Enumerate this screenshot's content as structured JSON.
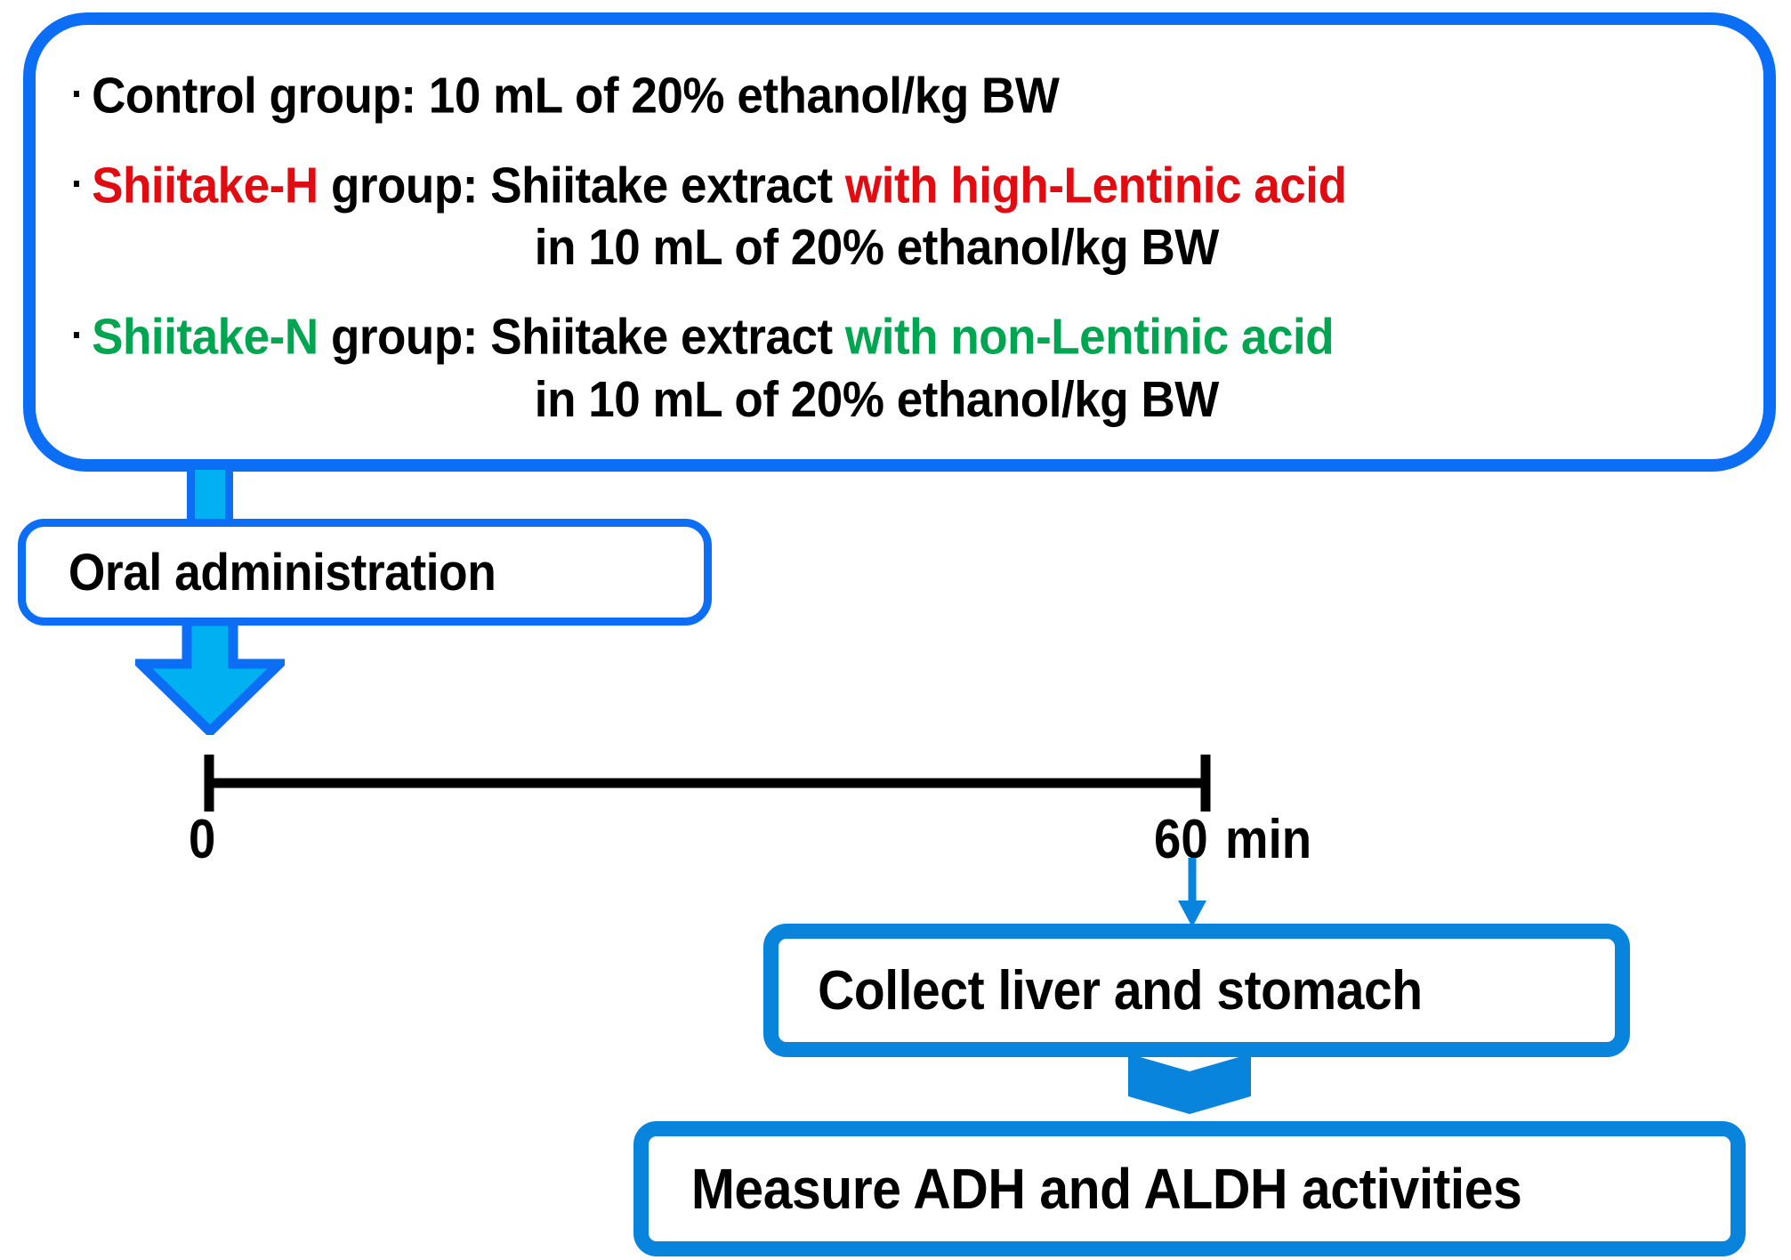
{
  "diagram": {
    "title": "Animal experiment design flow",
    "colors": {
      "blue_outline": "#0b6ef5",
      "blue_thick": "#0884dc",
      "cyan_fill": "#00b0f0",
      "red_accent": "#e10c12",
      "green_accent": "#00a551",
      "black_text": "#000000",
      "background": "#ffffff"
    }
  },
  "groups_box": {
    "bullet_glyph": "·",
    "lines": [
      {
        "id": "control",
        "bullet": true,
        "segments": [
          {
            "text": "Control group: 10 mL of 20% ethanol/kg BW",
            "color": "black"
          }
        ]
      },
      {
        "id": "shiitake-h",
        "bullet": true,
        "segments": [
          {
            "text": "Shiitake-H",
            "color": "red"
          },
          {
            "text": " group: Shiitake extract ",
            "color": "black"
          },
          {
            "text": "with high-Lentinic acid",
            "color": "red"
          }
        ]
      },
      {
        "id": "shiitake-h-cont",
        "bullet": false,
        "segments": [
          {
            "text": "in 10 mL of 20% ethanol/kg BW",
            "color": "black"
          }
        ]
      },
      {
        "id": "shiitake-n",
        "bullet": true,
        "segments": [
          {
            "text": "Shiitake-N",
            "color": "green"
          },
          {
            "text": " group: Shiitake extract ",
            "color": "black"
          },
          {
            "text": "with non-Lentinic acid",
            "color": "green"
          }
        ]
      },
      {
        "id": "shiitake-n-cont",
        "bullet": false,
        "segments": [
          {
            "text": "in 10 mL of 20% ethanol/kg BW",
            "color": "black"
          }
        ]
      }
    ],
    "plain": {
      "control": "· Control group: 10 mL of 20% ethanol/kg BW",
      "shiitake_h_name": "Shiitake-H",
      "shiitake_h_mid": " group: Shiitake extract ",
      "shiitake_h_accent": "with high-Lentinic acid",
      "shiitake_h_second_line": "in 10 mL of 20% ethanol/kg BW",
      "shiitake_n_name": "Shiitake-N",
      "shiitake_n_mid": " group: Shiitake extract ",
      "shiitake_n_accent": "with non-Lentinic acid",
      "shiitake_n_second_line": "in 10 mL of 20% ethanol/kg BW"
    }
  },
  "steps": {
    "oral_administration": "Oral administration",
    "collect": "Collect liver and stomach",
    "measure": "Measure ADH and ALDH activities"
  },
  "timeline": {
    "start_label": "0",
    "end_label": "60",
    "unit_label": "min",
    "start_value": 0,
    "end_value": 60,
    "unit": "min"
  }
}
